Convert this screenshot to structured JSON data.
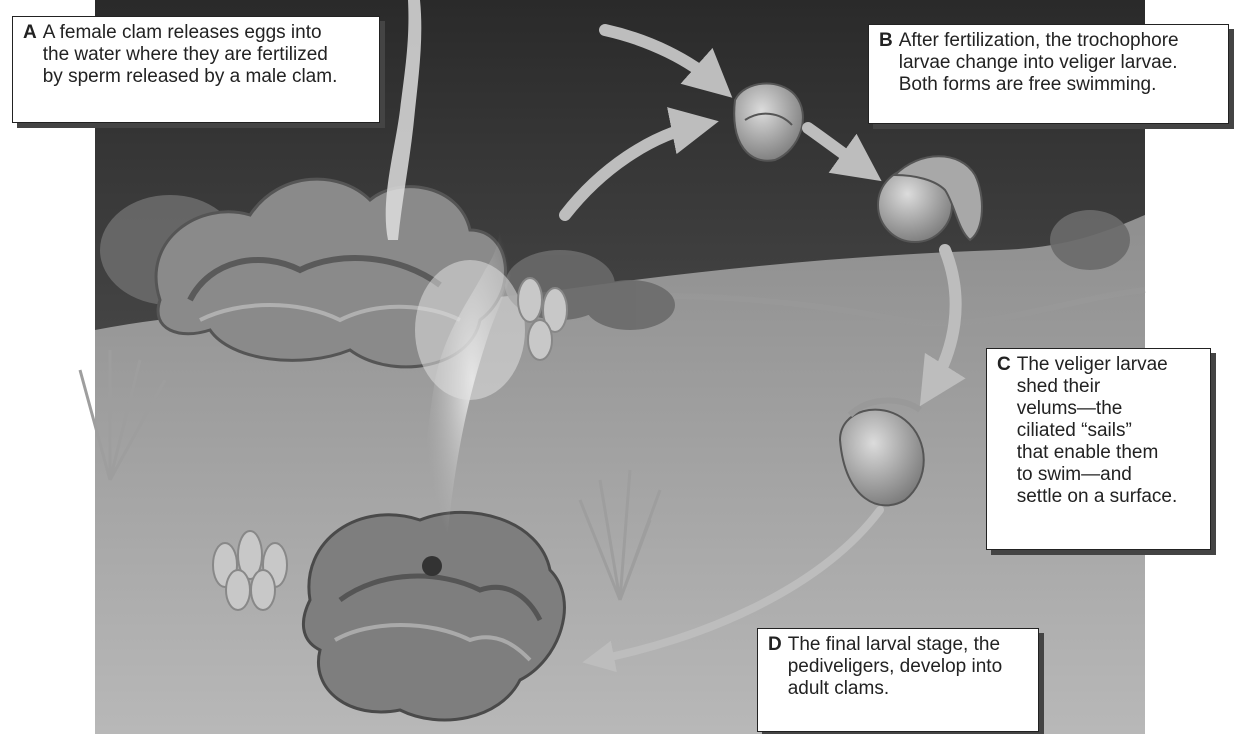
{
  "figure": {
    "title": "",
    "callouts": [
      {
        "letter": "A",
        "text": "A female clam releases eggs into\nthe water where they are fertilized\nby sperm released by a male clam."
      },
      {
        "letter": "B",
        "text": "After fertilization, the trochophore\nlarvae change into veliger larvae.\nBoth forms are free swimming."
      },
      {
        "letter": "C",
        "text": "The veliger larvae\nshed their\nvelums—the\nciliated “sails”\nthat enable them\nto swim—and\nsettle on a surface."
      },
      {
        "letter": "D",
        "text": "The final larval stage, the\npediveligers, develop into\nadult clams."
      }
    ],
    "colors": {
      "water_dark": "#2a2a2a",
      "water_light": "#6e6e6e",
      "seafloor": "#a9a9a9",
      "arrow": "#bdbdbd",
      "spawn_plume": "#e6e6e6"
    }
  }
}
